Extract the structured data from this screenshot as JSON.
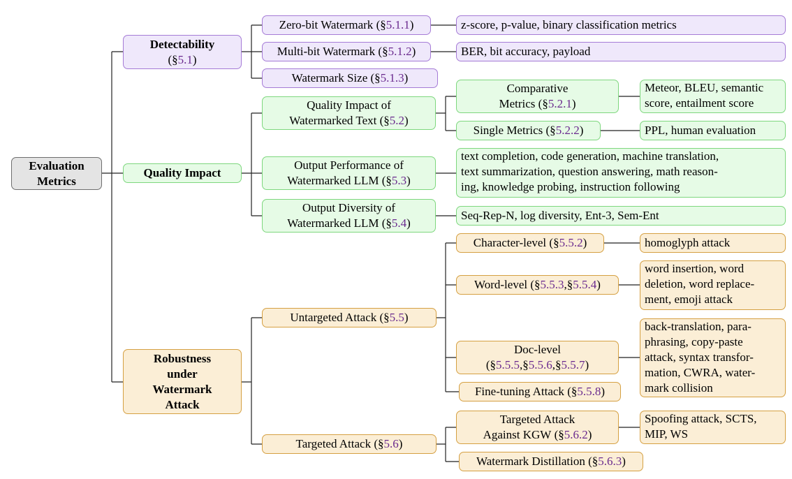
{
  "root": {
    "label_line1": "Evaluation",
    "label_line2": "Metrics"
  },
  "detectability": {
    "label": "Detectability",
    "ref": "5.1",
    "zero_bit": {
      "label": "Zero-bit Watermark",
      "ref": "5.1.1",
      "metrics": "z-score, p-value, binary classification metrics"
    },
    "multi_bit": {
      "label": "Multi-bit Watermark",
      "ref": "5.1.2",
      "metrics": "BER, bit accuracy, payload"
    },
    "size": {
      "label": "Watermark Size",
      "ref": "5.1.3"
    }
  },
  "quality": {
    "label": "Quality Impact",
    "text_quality": {
      "line1": "Quality Impact of",
      "line2": "Watermarked Text",
      "ref": "5.2",
      "comparative": {
        "line1": "Comparative",
        "line2": "Metrics",
        "ref": "5.2.1",
        "metrics_line1": "Meteor, BLEU, semantic",
        "metrics_line2": "score, entailment score"
      },
      "single": {
        "label": "Single Metrics",
        "ref": "5.2.2",
        "metrics": "PPL, human evaluation"
      }
    },
    "performance": {
      "line1": "Output Performance of",
      "line2": "Watermarked LLM",
      "ref": "5.3",
      "tasks_line1": "text completion, code generation, machine translation,",
      "tasks_line2": "text summarization, question answering, math reason-",
      "tasks_line3": "ing, knowledge probing, instruction following"
    },
    "diversity": {
      "line1": "Output Diversity of",
      "line2": "Watermarked LLM",
      "ref": "5.4",
      "metrics": "Seq-Rep-N, log diversity, Ent-3, Sem-Ent"
    }
  },
  "robustness": {
    "line1": "Robustness",
    "line2": "under",
    "line3": "Watermark",
    "line4": "Attack",
    "untargeted": {
      "label": "Untargeted Attack",
      "ref": "5.5",
      "char": {
        "label": "Character-level",
        "ref": "5.5.2",
        "attacks": "homoglyph attack"
      },
      "word": {
        "label": "Word-level",
        "ref1": "5.5.3",
        "ref2": "5.5.4",
        "attacks_line1": "word insertion, word",
        "attacks_line2": "deletion, word replace-",
        "attacks_line3": "ment, emoji attack"
      },
      "doc": {
        "label": "Doc-level",
        "ref1": "5.5.5",
        "ref2": "5.5.6",
        "ref3": "5.5.7",
        "attacks_line1": "back-translation, para-",
        "attacks_line2": "phrasing, copy-paste",
        "attacks_line3": "attack, syntax transfor-",
        "attacks_line4": "mation, CWRA, water-",
        "attacks_line5": "mark collision"
      },
      "finetune": {
        "label": "Fine-tuning Attack",
        "ref": "5.5.8"
      }
    },
    "targeted": {
      "label": "Targeted Attack",
      "ref": "5.6",
      "kgw": {
        "line1": "Targeted Attack",
        "line2": "Against KGW",
        "ref": "5.6.2",
        "attacks_line1": "Spoofing attack, SCTS,",
        "attacks_line2": "MIP, WS"
      },
      "distill": {
        "label": "Watermark Distillation",
        "ref": "5.6.3"
      }
    }
  }
}
